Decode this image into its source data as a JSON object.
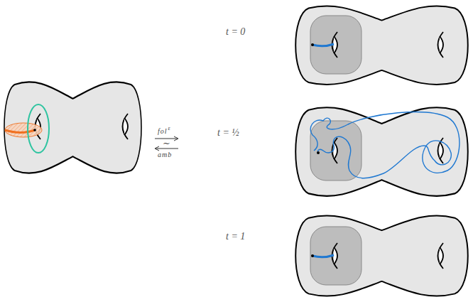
{
  "diagram": {
    "labels": [
      "fol",
      "ε",
      "∼",
      "amb",
      "t = 0",
      "t = ½",
      "t = 1"
    ]
  }
}
